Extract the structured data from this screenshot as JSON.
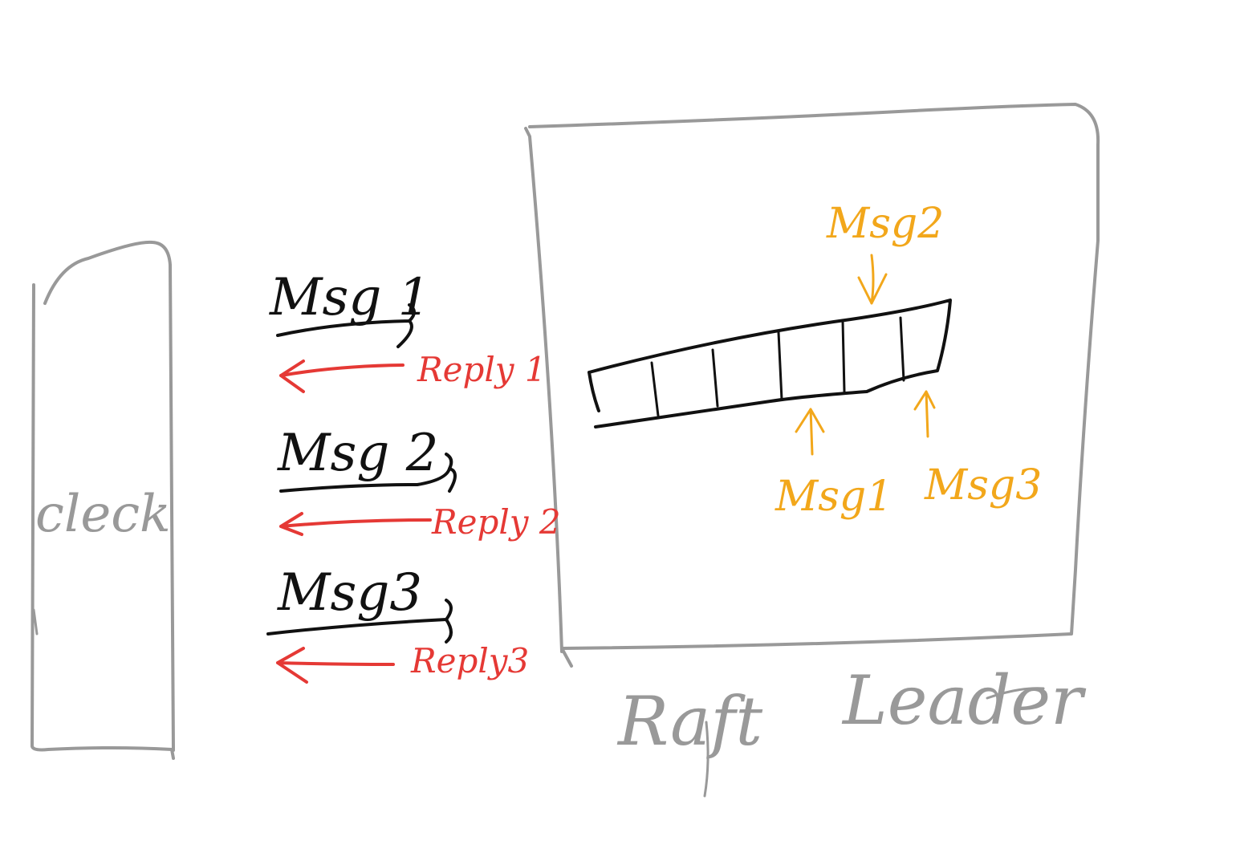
{
  "client": {
    "label": "cleck"
  },
  "leader": {
    "label_1": "Raft",
    "label_2": "Leader"
  },
  "messages": [
    {
      "msg": "Msg 1",
      "reply": "Reply 1"
    },
    {
      "msg": "Msg 2",
      "reply": "Reply 2"
    },
    {
      "msg": "Msg3",
      "reply": "Reply3"
    }
  ],
  "log_markers": {
    "msg2": "Msg2",
    "msg1": "Msg1",
    "msg3": "Msg3"
  },
  "colors": {
    "client_box": "#999999",
    "leader_box": "#999999",
    "message": "#111111",
    "reply": "#e53935",
    "log_marker": "#f2a71b"
  }
}
